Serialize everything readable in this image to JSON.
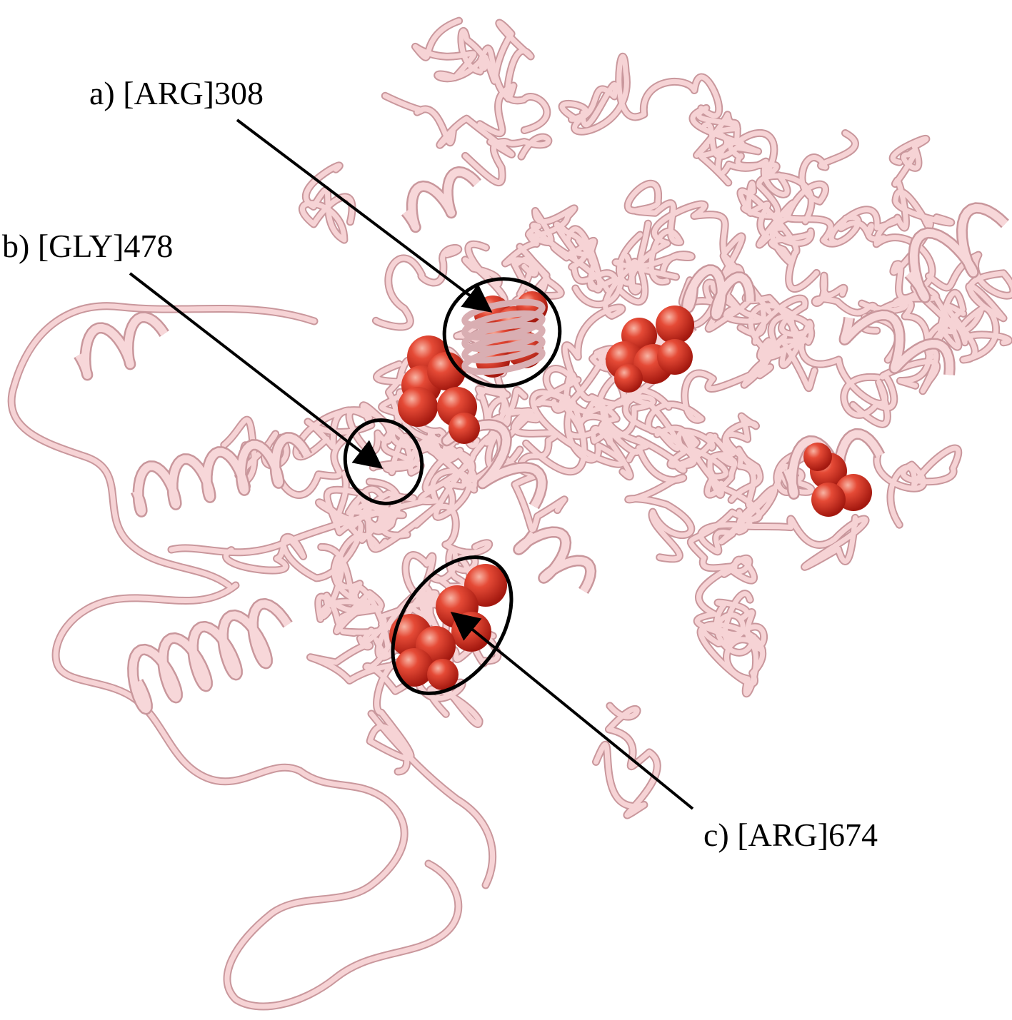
{
  "annotations": [
    {
      "id": "a",
      "text": "a) [ARG]308"
    },
    {
      "id": "b",
      "text": "b) [GLY]478"
    },
    {
      "id": "c",
      "text": "c) [ARG]674"
    }
  ],
  "colors": {
    "ribbon": "#f2c9cc",
    "ribbon_edge": "#cf9ea3",
    "atom": "#d63426",
    "atom_highlight": "#f4a090",
    "annotation": "#000000"
  }
}
